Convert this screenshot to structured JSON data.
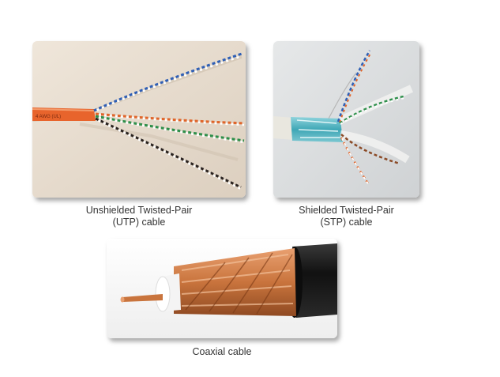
{
  "images": {
    "utp": {
      "caption_line1": "Unshielded Twisted-Pair",
      "caption_line2": "(UTP) cable",
      "jacket_print": "4 AWG (UL)"
    },
    "stp": {
      "caption_line1": "Shielded Twisted-Pair",
      "caption_line2": "(STP) cable"
    },
    "coax": {
      "caption": "Coaxial cable"
    }
  },
  "colors": {
    "utp_background": "#e8ddd0",
    "utp_jacket": "#e8642c",
    "stp_background": "#dcdedf",
    "stp_foil": "#4fb6c4",
    "coax_braid": "#c9743d",
    "coax_jacket": "#1a1a1a"
  }
}
